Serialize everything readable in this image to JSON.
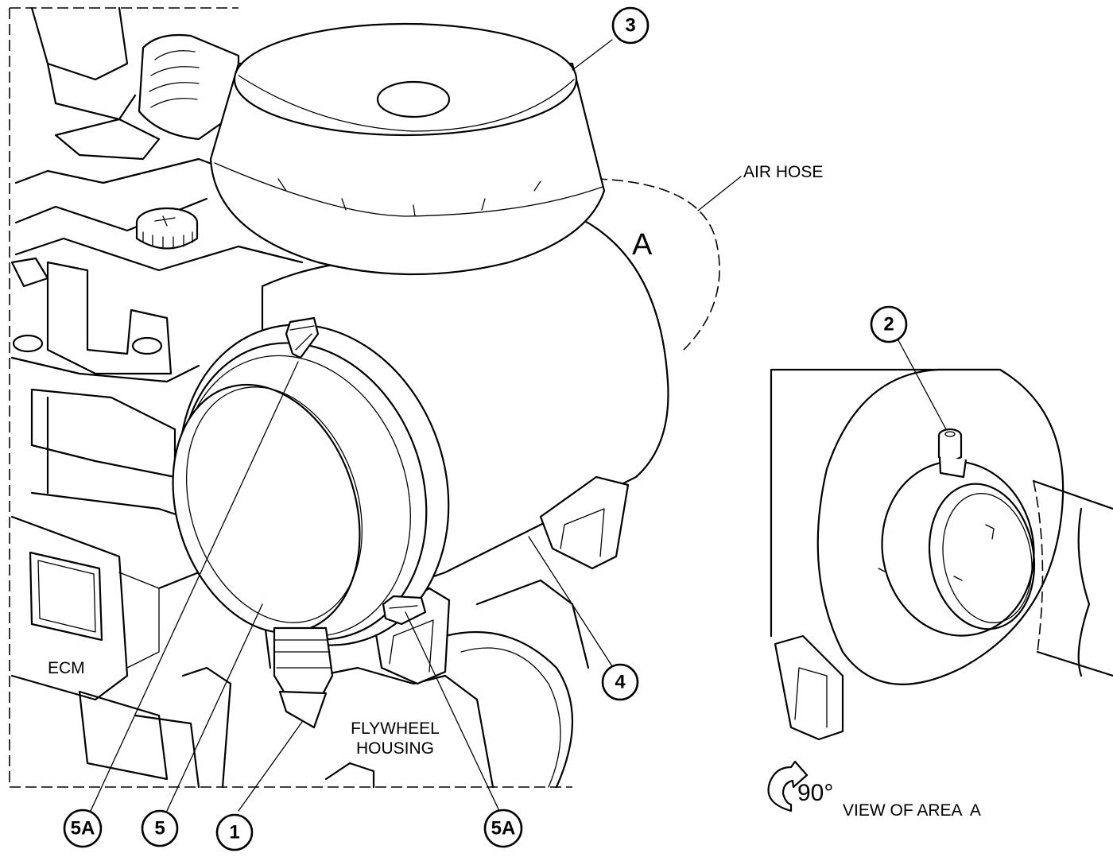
{
  "callouts": {
    "c1": "1",
    "c2": "2",
    "c3": "3",
    "c4": "4",
    "c5": "5",
    "c5a_left": "5A",
    "c5a_right": "5A"
  },
  "labels": {
    "air_hose": "AIR HOSE",
    "area_letter": "A",
    "ecm": "ECM",
    "flywheel_line1": "FLYWHEEL",
    "flywheel_line2": "HOUSING",
    "rotation": "90°",
    "view_of_area": "VIEW OF AREA  A"
  }
}
